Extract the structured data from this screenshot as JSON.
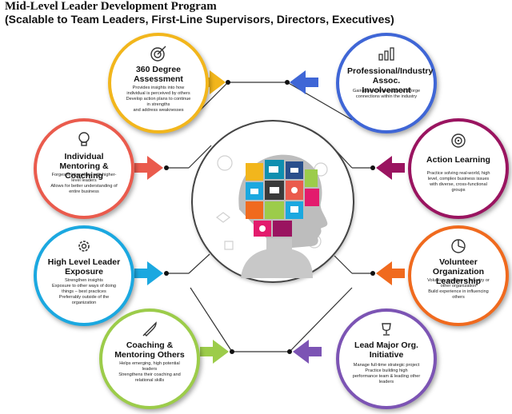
{
  "header": {
    "title": "Mid-Level Leader Development Program",
    "subtitle": "(Scalable to Team Leaders, First-Line Supervisors, Directors, Executives)"
  },
  "colors": {
    "yellow": "#f2b61c",
    "coral": "#ea5b4d",
    "blue": "#1ba8e0",
    "green": "#9ccc4a",
    "indigo": "#3f66d6",
    "magenta": "#9a1460",
    "orange": "#f06a1e",
    "purple": "#7c54b4"
  },
  "nodes": {
    "assessment": {
      "title": "360 Degree Assessment",
      "icon": "target-arrow-icon",
      "desc": "Provides insights into how individual is perceived by others\nDevelop action plans to continue in strengths\nand address weaknesses"
    },
    "mentoring": {
      "title": "Individual Mentoring & Coaching",
      "icon": "lightbulb-icon",
      "desc": "Forges relationships with higher-level leaders\nAllows for better understanding of entire business"
    },
    "exposure": {
      "title": "High Level Leader Exposure",
      "icon": "gear-icon",
      "desc": "Strengthen insights\nExposure to other ways of doing things – best practices\nPreferrably outside of the organization"
    },
    "coaching_others": {
      "title": "Coaching & Mentoring Others",
      "icon": "rocket-icon",
      "desc": "Helps emerging, high potential leaders\nStrengthens their coaching and relational skills"
    },
    "industry": {
      "title": "Professional/Industry Assoc. Involvement",
      "icon": "bar-chart-icon",
      "desc": "Gain deeper knowledge and forge connections within the industry"
    },
    "action_learning": {
      "title": "Action Learning",
      "icon": "target-icon",
      "desc": "Practice solving real-world, high level, complex business issues with diverse, cross-functional groups"
    },
    "volunteer": {
      "title": "Volunteer Organization Leadership",
      "icon": "pie-chart-icon",
      "desc": "Voluntary position in industry or other organization\nBuild experience in influencing others"
    },
    "initiative": {
      "title": "Lead Major Org. Initiative",
      "icon": "trophy-icon",
      "desc": "Manage full-time strategic project\nPractice building high performance team & leading other leaders"
    }
  }
}
